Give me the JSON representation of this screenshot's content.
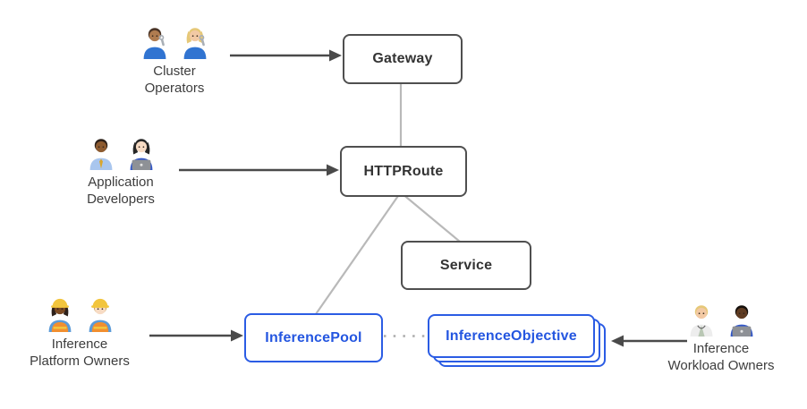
{
  "colors": {
    "background": "#ffffff",
    "node_border_gray": "#4f4f4f",
    "node_text_dark": "#333333",
    "node_border_blue": "#2b5ce4",
    "node_text_blue": "#2456e0",
    "connector_gray": "#b9b9b9",
    "dotted_gray": "#ababab",
    "arrow_dark": "#4a4a4a",
    "persona_label_text": "#3d3d3d"
  },
  "nodes": {
    "gateway": {
      "label": "Gateway"
    },
    "httproute": {
      "label": "HTTPRoute"
    },
    "service": {
      "label": "Service"
    },
    "inference_pool": {
      "label": "InferencePool"
    },
    "inference_objective": {
      "label": "InferenceObjective",
      "stacked_copies": 3
    }
  },
  "personas": {
    "cluster_operators": {
      "label_line1": "Cluster",
      "label_line2": "Operators",
      "icons": [
        {
          "name": "man-mechanic-icon",
          "skin": "#b07c50",
          "hair": "#4a3426",
          "shirt": "#3174d1",
          "long_hair": false,
          "extras": [
            "wrench"
          ]
        },
        {
          "name": "woman-mechanic-icon",
          "skin": "#f2c9a4",
          "hair": "#e6c878",
          "shirt": "#3174d1",
          "long_hair": true,
          "extras": [
            "wrench"
          ]
        }
      ]
    },
    "application_developers": {
      "label_line1": "Application",
      "label_line2": "Developers",
      "icons": [
        {
          "name": "man-office-worker-icon",
          "skin": "#8d5b30",
          "hair": "#2d211a",
          "shirt": "#a9c6ee",
          "long_hair": false,
          "extras": [
            "tie"
          ]
        },
        {
          "name": "woman-technologist-icon",
          "skin": "#f7dbc4",
          "hair": "#262626",
          "shirt": "#3056c8",
          "long_hair": true,
          "extras": [
            "laptop"
          ]
        }
      ]
    },
    "inference_platform_owners": {
      "label_line1": "Inference",
      "label_line2": "Platform Owners",
      "icons": [
        {
          "name": "woman-construction-worker-icon",
          "skin": "#7c4a22",
          "hair": "#2d211a",
          "shirt": "#5b9bd8",
          "long_hair": true,
          "extras": [
            "helmet",
            "vest"
          ]
        },
        {
          "name": "man-construction-worker-icon",
          "skin": "#f7dbc4",
          "hair": "#c9a35b",
          "shirt": "#5b9bd8",
          "long_hair": false,
          "extras": [
            "helmet",
            "vest"
          ]
        }
      ]
    },
    "inference_workload_owners": {
      "label_line1": "Inference",
      "label_line2": "Workload Owners",
      "icons": [
        {
          "name": "health-worker-icon",
          "skin": "#f2c9a4",
          "hair": "#e6c878",
          "shirt": "#ededed",
          "long_hair": false,
          "extras": [
            "coat"
          ]
        },
        {
          "name": "man-technologist-icon",
          "skin": "#5f3c22",
          "hair": "#15100c",
          "shirt": "#3056c8",
          "long_hair": false,
          "extras": [
            "laptop"
          ]
        }
      ]
    }
  },
  "edges": {
    "connections": [
      {
        "from": "Gateway",
        "to": "HTTPRoute",
        "style": "solid-gray"
      },
      {
        "from": "HTTPRoute",
        "to": "Service",
        "style": "solid-gray"
      },
      {
        "from": "HTTPRoute",
        "to": "InferencePool",
        "style": "solid-gray"
      },
      {
        "from": "InferencePool",
        "to": "InferenceObjective",
        "style": "dotted-gray"
      },
      {
        "from": "Cluster Operators",
        "to": "Gateway",
        "style": "dark-arrow"
      },
      {
        "from": "Application Developers",
        "to": "HTTPRoute",
        "style": "dark-arrow"
      },
      {
        "from": "Inference Platform Owners",
        "to": "InferencePool",
        "style": "dark-arrow"
      },
      {
        "from": "Inference Workload Owners",
        "to": "InferenceObjective",
        "style": "dark-arrow"
      }
    ]
  }
}
